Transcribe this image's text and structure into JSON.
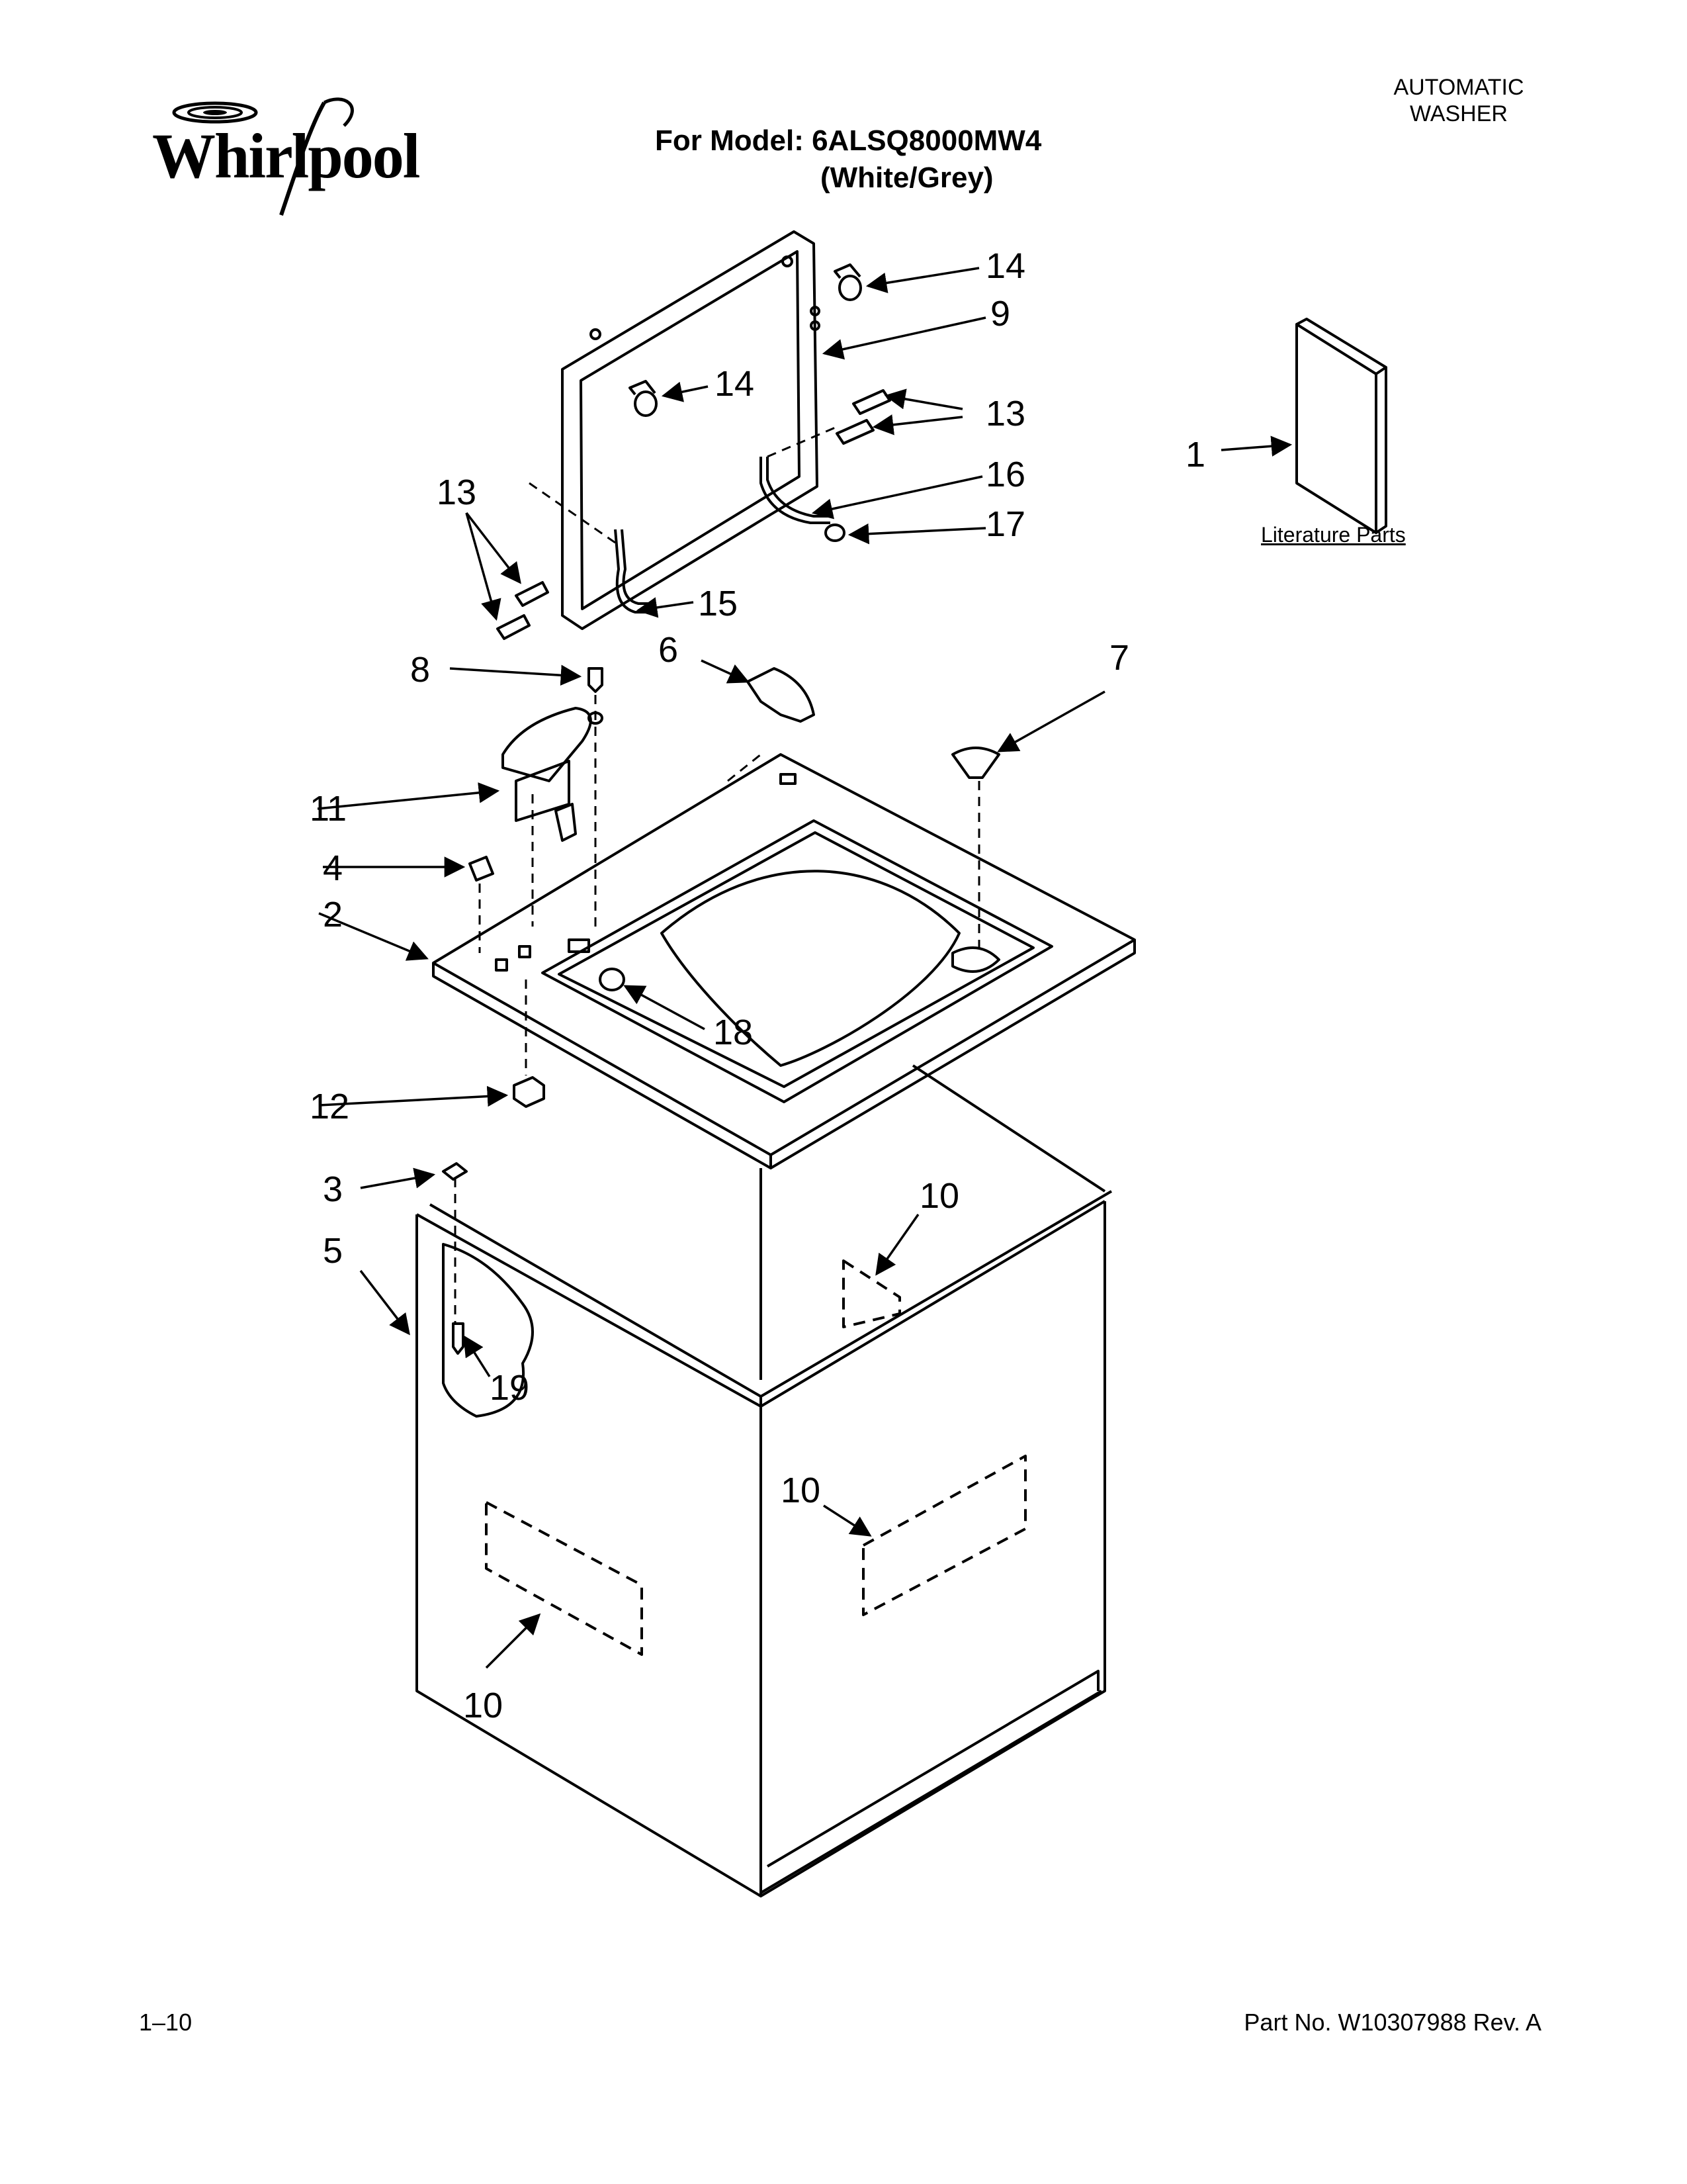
{
  "header": {
    "brand": "Whirlpool",
    "category_line1": "AUTOMATIC",
    "category_line2": "WASHER",
    "model_line": "For Model: 6ALSQ8000MW4",
    "color_line": "(White/Grey)"
  },
  "literature_label": "Literature Parts",
  "callouts": [
    {
      "id": "c14a",
      "text": "14"
    },
    {
      "id": "c9",
      "text": "9"
    },
    {
      "id": "c14b",
      "text": "14"
    },
    {
      "id": "c13a",
      "text": "13"
    },
    {
      "id": "c16",
      "text": "16"
    },
    {
      "id": "c17",
      "text": "17"
    },
    {
      "id": "c13b",
      "text": "13"
    },
    {
      "id": "c15",
      "text": "15"
    },
    {
      "id": "c1",
      "text": "1"
    },
    {
      "id": "c8",
      "text": "8"
    },
    {
      "id": "c6",
      "text": "6"
    },
    {
      "id": "c7",
      "text": "7"
    },
    {
      "id": "c11",
      "text": "11"
    },
    {
      "id": "c4",
      "text": "4"
    },
    {
      "id": "c2",
      "text": "2"
    },
    {
      "id": "c18",
      "text": "18"
    },
    {
      "id": "c12",
      "text": "12"
    },
    {
      "id": "c3",
      "text": "3"
    },
    {
      "id": "c5",
      "text": "5"
    },
    {
      "id": "c10a",
      "text": "10"
    },
    {
      "id": "c19",
      "text": "19"
    },
    {
      "id": "c10b",
      "text": "10"
    },
    {
      "id": "c10c",
      "text": "10"
    }
  ],
  "footer": {
    "page": "1–10",
    "part_no": "Part No. W10307988 Rev. A"
  }
}
